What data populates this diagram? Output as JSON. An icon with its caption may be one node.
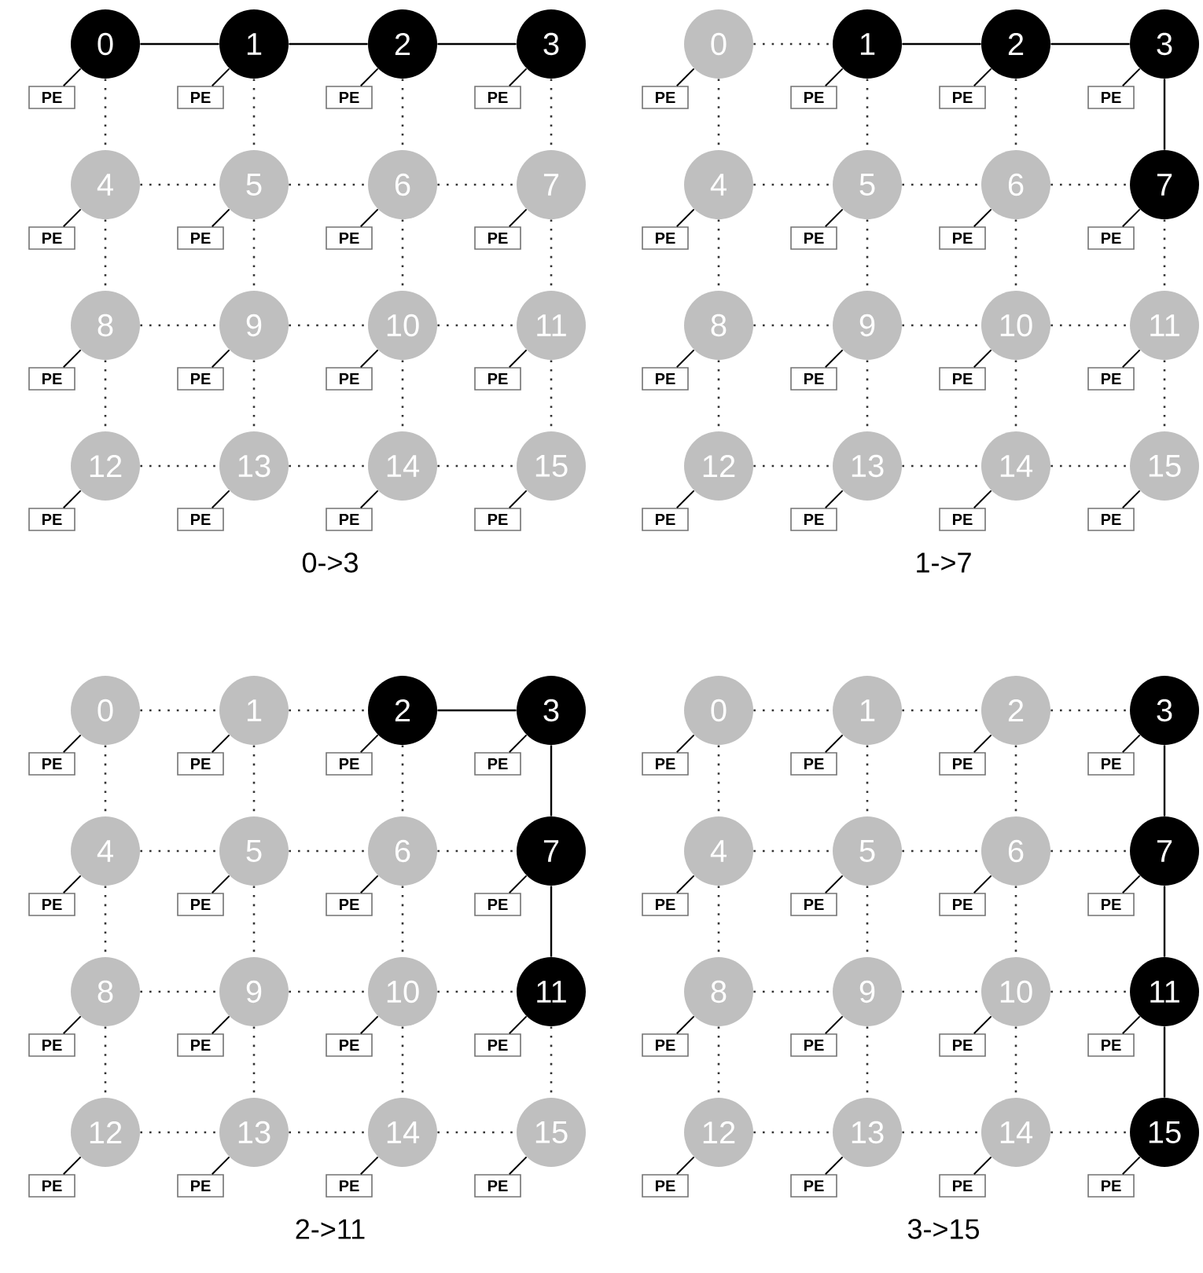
{
  "diagram": {
    "nodes": [
      {
        "text": [
          "0"
        ]
      },
      {
        "text": [
          "1"
        ]
      },
      {
        "text": [
          "2"
        ]
      },
      {
        "text": [
          "3"
        ]
      },
      {
        "text": [
          "4"
        ]
      },
      {
        "text": [
          "5"
        ]
      },
      {
        "text": [
          "6"
        ]
      },
      {
        "text": [
          "7"
        ]
      },
      {
        "text": [
          "8"
        ]
      },
      {
        "text": [
          "9"
        ]
      },
      {
        "text": [
          "10"
        ]
      },
      {
        "text": [
          "11"
        ]
      },
      {
        "text": [
          "12"
        ]
      },
      {
        "text": [
          "13"
        ]
      },
      {
        "text": [
          "14"
        ]
      },
      {
        "text": [
          "15"
        ]
      },
      {
        "text": [
          "PE"
        ]
      },
      {
        "text": [
          "PE"
        ]
      },
      {
        "text": [
          "PE"
        ]
      },
      {
        "text": [
          "PE"
        ]
      },
      {
        "text": [
          "PE"
        ]
      },
      {
        "text": [
          "PE"
        ]
      },
      {
        "text": [
          "PE"
        ]
      },
      {
        "text": [
          "PE"
        ]
      },
      {
        "text": [
          "PE"
        ]
      },
      {
        "text": [
          "PE"
        ]
      },
      {
        "text": [
          "PE"
        ]
      },
      {
        "text": [
          "PE"
        ]
      },
      {
        "text": [
          "PE"
        ]
      },
      {
        "text": [
          "PE"
        ]
      },
      {
        "text": [
          "PE"
        ]
      },
      {
        "text": [
          "PE"
        ]
      },
      {
        "text": [
          "0"
        ]
      },
      {
        "text": [
          "1"
        ]
      },
      {
        "text": [
          "2"
        ]
      },
      {
        "text": [
          "3"
        ]
      },
      {
        "text": [
          "4"
        ]
      },
      {
        "text": [
          "5"
        ]
      },
      {
        "text": [
          "6"
        ]
      },
      {
        "text": [
          "7"
        ]
      },
      {
        "text": [
          "8"
        ]
      },
      {
        "text": [
          "9"
        ]
      },
      {
        "text": [
          "10"
        ]
      },
      {
        "text": [
          "11"
        ]
      },
      {
        "text": [
          "12"
        ]
      },
      {
        "text": [
          "13"
        ]
      },
      {
        "text": [
          "14"
        ]
      },
      {
        "text": [
          "15"
        ]
      },
      {
        "text": [
          "PE"
        ]
      },
      {
        "text": [
          "PE"
        ]
      },
      {
        "text": [
          "PE"
        ]
      },
      {
        "text": [
          "PE"
        ]
      },
      {
        "text": [
          "PE"
        ]
      },
      {
        "text": [
          "PE"
        ]
      },
      {
        "text": [
          "PE"
        ]
      },
      {
        "text": [
          "PE"
        ]
      },
      {
        "text": [
          "PE"
        ]
      },
      {
        "text": [
          "PE"
        ]
      },
      {
        "text": [
          "PE"
        ]
      },
      {
        "text": [
          "PE"
        ]
      },
      {
        "text": [
          "PE"
        ]
      },
      {
        "text": [
          "PE"
        ]
      },
      {
        "text": [
          "PE"
        ]
      },
      {
        "text": [
          "PE"
        ]
      },
      {
        "text": [
          "0"
        ]
      },
      {
        "text": [
          "1"
        ]
      },
      {
        "text": [
          "2"
        ]
      },
      {
        "text": [
          "3"
        ]
      },
      {
        "text": [
          "4"
        ]
      },
      {
        "text": [
          "5"
        ]
      },
      {
        "text": [
          "6"
        ]
      },
      {
        "text": [
          "7"
        ]
      },
      {
        "text": [
          "8"
        ]
      },
      {
        "text": [
          "9"
        ]
      },
      {
        "text": [
          "10"
        ]
      },
      {
        "text": [
          "11"
        ]
      },
      {
        "text": [
          "12"
        ]
      },
      {
        "text": [
          "13"
        ]
      },
      {
        "text": [
          "14"
        ]
      },
      {
        "text": [
          "15"
        ]
      },
      {
        "text": [
          "PE"
        ]
      },
      {
        "text": [
          "PE"
        ]
      },
      {
        "text": [
          "PE"
        ]
      },
      {
        "text": [
          "PE"
        ]
      },
      {
        "text": [
          "PE"
        ]
      },
      {
        "text": [
          "PE"
        ]
      },
      {
        "text": [
          "PE"
        ]
      },
      {
        "text": [
          "PE"
        ]
      },
      {
        "text": [
          "PE"
        ]
      },
      {
        "text": [
          "PE"
        ]
      },
      {
        "text": [
          "PE"
        ]
      },
      {
        "text": [
          "PE"
        ]
      },
      {
        "text": [
          "PE"
        ]
      },
      {
        "text": [
          "PE"
        ]
      },
      {
        "text": [
          "PE"
        ]
      },
      {
        "text": [
          "PE"
        ]
      },
      {
        "text": [
          "0"
        ]
      },
      {
        "text": [
          "1"
        ]
      },
      {
        "text": [
          "2"
        ]
      },
      {
        "text": [
          "3"
        ]
      },
      {
        "text": [
          "4"
        ]
      },
      {
        "text": [
          "5"
        ]
      },
      {
        "text": [
          "6"
        ]
      },
      {
        "text": [
          "7"
        ]
      },
      {
        "text": [
          "8"
        ]
      },
      {
        "text": [
          "9"
        ]
      },
      {
        "text": [
          "10"
        ]
      },
      {
        "text": [
          "11"
        ]
      },
      {
        "text": [
          "12"
        ]
      },
      {
        "text": [
          "13"
        ]
      },
      {
        "text": [
          "14"
        ]
      },
      {
        "text": [
          "15"
        ]
      },
      {
        "text": [
          "PE"
        ]
      },
      {
        "text": [
          "PE"
        ]
      },
      {
        "text": [
          "PE"
        ]
      },
      {
        "text": [
          "PE"
        ]
      },
      {
        "text": [
          "PE"
        ]
      },
      {
        "text": [
          "PE"
        ]
      },
      {
        "text": [
          "PE"
        ]
      },
      {
        "text": [
          "PE"
        ]
      },
      {
        "text": [
          "PE"
        ]
      },
      {
        "text": [
          "PE"
        ]
      },
      {
        "text": [
          "PE"
        ]
      },
      {
        "text": [
          "PE"
        ]
      },
      {
        "text": [
          "PE"
        ]
      },
      {
        "text": [
          "PE"
        ]
      },
      {
        "text": [
          "PE"
        ]
      },
      {
        "text": [
          "PE"
        ]
      }
    ],
    "edges": [
      {
        "from": 0,
        "to": 1,
        "arrow": "none"
      },
      {
        "from": 1,
        "to": 2,
        "arrow": "none"
      },
      {
        "from": 2,
        "to": 3,
        "arrow": "none"
      },
      {
        "from": 4,
        "to": 5,
        "arrow": "none",
        "style": "dashed"
      },
      {
        "from": 5,
        "to": 6,
        "arrow": "none",
        "style": "dashed"
      },
      {
        "from": 6,
        "to": 7,
        "arrow": "none",
        "style": "dashed"
      },
      {
        "from": 8,
        "to": 9,
        "arrow": "none",
        "style": "dashed"
      },
      {
        "from": 9,
        "to": 10,
        "arrow": "none",
        "style": "dashed"
      },
      {
        "from": 10,
        "to": 11,
        "arrow": "none",
        "style": "dashed"
      },
      {
        "from": 12,
        "to": 13,
        "arrow": "none",
        "style": "dashed"
      },
      {
        "from": 13,
        "to": 14,
        "arrow": "none",
        "style": "dashed"
      },
      {
        "from": 14,
        "to": 15,
        "arrow": "none",
        "style": "dashed"
      },
      {
        "from": 0,
        "to": 4,
        "arrow": "none",
        "style": "dashed"
      },
      {
        "from": 1,
        "to": 5,
        "arrow": "none",
        "style": "dashed"
      },
      {
        "from": 2,
        "to": 6,
        "arrow": "none",
        "style": "dashed"
      },
      {
        "from": 3,
        "to": 7,
        "arrow": "none",
        "style": "dashed"
      },
      {
        "from": 4,
        "to": 8,
        "arrow": "none",
        "style": "dashed"
      },
      {
        "from": 5,
        "to": 9,
        "arrow": "none",
        "style": "dashed"
      },
      {
        "from": 6,
        "to": 10,
        "arrow": "none",
        "style": "dashed"
      },
      {
        "from": 7,
        "to": 11,
        "arrow": "none",
        "style": "dashed"
      },
      {
        "from": 8,
        "to": 12,
        "arrow": "none",
        "style": "dashed"
      },
      {
        "from": 9,
        "to": 13,
        "arrow": "none",
        "style": "dashed"
      },
      {
        "from": 10,
        "to": 14,
        "arrow": "none",
        "style": "dashed"
      },
      {
        "from": 11,
        "to": 15,
        "arrow": "none",
        "style": "dashed"
      },
      {
        "from": 16,
        "to": 0,
        "arrow": "none"
      },
      {
        "from": 17,
        "to": 1,
        "arrow": "none"
      },
      {
        "from": 18,
        "to": 2,
        "arrow": "none"
      },
      {
        "from": 19,
        "to": 3,
        "arrow": "none"
      },
      {
        "from": 20,
        "to": 4,
        "arrow": "none"
      },
      {
        "from": 21,
        "to": 5,
        "arrow": "none"
      },
      {
        "from": 22,
        "to": 6,
        "arrow": "none"
      },
      {
        "from": 23,
        "to": 7,
        "arrow": "none"
      },
      {
        "from": 24,
        "to": 8,
        "arrow": "none"
      },
      {
        "from": 25,
        "to": 9,
        "arrow": "none"
      },
      {
        "from": 26,
        "to": 10,
        "arrow": "none"
      },
      {
        "from": 27,
        "to": 11,
        "arrow": "none"
      },
      {
        "from": 28,
        "to": 12,
        "arrow": "none"
      },
      {
        "from": 29,
        "to": 13,
        "arrow": "none"
      },
      {
        "from": 30,
        "to": 14,
        "arrow": "none"
      },
      {
        "from": 31,
        "to": 15,
        "arrow": "none"
      },
      {
        "from": 32,
        "to": 33,
        "arrow": "none",
        "style": "dashed"
      },
      {
        "from": 33,
        "to": 34,
        "arrow": "none"
      },
      {
        "from": 34,
        "to": 35,
        "arrow": "none"
      },
      {
        "from": 36,
        "to": 37,
        "arrow": "none",
        "style": "dashed"
      },
      {
        "from": 37,
        "to": 38,
        "arrow": "none",
        "style": "dashed"
      },
      {
        "from": 38,
        "to": 39,
        "arrow": "none",
        "style": "dashed"
      },
      {
        "from": 40,
        "to": 41,
        "arrow": "none",
        "style": "dashed"
      },
      {
        "from": 41,
        "to": 42,
        "arrow": "none",
        "style": "dashed"
      },
      {
        "from": 42,
        "to": 43,
        "arrow": "none",
        "style": "dashed"
      },
      {
        "from": 44,
        "to": 45,
        "arrow": "none",
        "style": "dashed"
      },
      {
        "from": 45,
        "to": 46,
        "arrow": "none",
        "style": "dashed"
      },
      {
        "from": 46,
        "to": 47,
        "arrow": "none",
        "style": "dashed"
      },
      {
        "from": 32,
        "to": 36,
        "arrow": "none",
        "style": "dashed"
      },
      {
        "from": 33,
        "to": 37,
        "arrow": "none",
        "style": "dashed"
      },
      {
        "from": 34,
        "to": 38,
        "arrow": "none",
        "style": "dashed"
      },
      {
        "from": 35,
        "to": 39,
        "arrow": "none"
      },
      {
        "from": 36,
        "to": 40,
        "arrow": "none",
        "style": "dashed"
      },
      {
        "from": 37,
        "to": 41,
        "arrow": "none",
        "style": "dashed"
      },
      {
        "from": 38,
        "to": 42,
        "arrow": "none",
        "style": "dashed"
      },
      {
        "from": 39,
        "to": 43,
        "arrow": "none",
        "style": "dashed"
      },
      {
        "from": 40,
        "to": 44,
        "arrow": "none",
        "style": "dashed"
      },
      {
        "from": 41,
        "to": 45,
        "arrow": "none",
        "style": "dashed"
      },
      {
        "from": 42,
        "to": 46,
        "arrow": "none",
        "style": "dashed"
      },
      {
        "from": 43,
        "to": 47,
        "arrow": "none",
        "style": "dashed"
      },
      {
        "from": 48,
        "to": 32,
        "arrow": "none"
      },
      {
        "from": 49,
        "to": 33,
        "arrow": "none"
      },
      {
        "from": 50,
        "to": 34,
        "arrow": "none"
      },
      {
        "from": 51,
        "to": 35,
        "arrow": "none"
      },
      {
        "from": 52,
        "to": 36,
        "arrow": "none"
      },
      {
        "from": 53,
        "to": 37,
        "arrow": "none"
      },
      {
        "from": 54,
        "to": 38,
        "arrow": "none"
      },
      {
        "from": 55,
        "to": 39,
        "arrow": "none"
      },
      {
        "from": 56,
        "to": 40,
        "arrow": "none"
      },
      {
        "from": 57,
        "to": 41,
        "arrow": "none"
      },
      {
        "from": 58,
        "to": 42,
        "arrow": "none"
      },
      {
        "from": 59,
        "to": 43,
        "arrow": "none"
      },
      {
        "from": 60,
        "to": 44,
        "arrow": "none"
      },
      {
        "from": 61,
        "to": 45,
        "arrow": "none"
      },
      {
        "from": 62,
        "to": 46,
        "arrow": "none"
      },
      {
        "from": 63,
        "to": 47,
        "arrow": "none"
      },
      {
        "from": 64,
        "to": 65,
        "arrow": "none",
        "style": "dashed"
      },
      {
        "from": 65,
        "to": 66,
        "arrow": "none",
        "style": "dashed"
      },
      {
        "from": 66,
        "to": 67,
        "arrow": "none"
      },
      {
        "from": 68,
        "to": 69,
        "arrow": "none",
        "style": "dashed"
      },
      {
        "from": 69,
        "to": 70,
        "arrow": "none",
        "style": "dashed"
      },
      {
        "from": 70,
        "to": 71,
        "arrow": "none",
        "style": "dashed"
      },
      {
        "from": 72,
        "to": 73,
        "arrow": "none",
        "style": "dashed"
      },
      {
        "from": 73,
        "to": 74,
        "arrow": "none",
        "style": "dashed"
      },
      {
        "from": 74,
        "to": 75,
        "arrow": "none",
        "style": "dashed"
      },
      {
        "from": 76,
        "to": 77,
        "arrow": "none",
        "style": "dashed"
      },
      {
        "from": 77,
        "to": 78,
        "arrow": "none",
        "style": "dashed"
      },
      {
        "from": 78,
        "to": 79,
        "arrow": "none",
        "style": "dashed"
      },
      {
        "from": 64,
        "to": 68,
        "arrow": "none",
        "style": "dashed"
      },
      {
        "from": 65,
        "to": 69,
        "arrow": "none",
        "style": "dashed"
      },
      {
        "from": 66,
        "to": 70,
        "arrow": "none",
        "style": "dashed"
      },
      {
        "from": 67,
        "to": 71,
        "arrow": "none"
      },
      {
        "from": 68,
        "to": 72,
        "arrow": "none",
        "style": "dashed"
      },
      {
        "from": 69,
        "to": 73,
        "arrow": "none",
        "style": "dashed"
      },
      {
        "from": 70,
        "to": 74,
        "arrow": "none",
        "style": "dashed"
      },
      {
        "from": 71,
        "to": 75,
        "arrow": "none"
      },
      {
        "from": 72,
        "to": 76,
        "arrow": "none",
        "style": "dashed"
      },
      {
        "from": 73,
        "to": 77,
        "arrow": "none",
        "style": "dashed"
      },
      {
        "from": 74,
        "to": 78,
        "arrow": "none",
        "style": "dashed"
      },
      {
        "from": 75,
        "to": 79,
        "arrow": "none",
        "style": "dashed"
      },
      {
        "from": 80,
        "to": 64,
        "arrow": "none"
      },
      {
        "from": 81,
        "to": 65,
        "arrow": "none"
      },
      {
        "from": 82,
        "to": 66,
        "arrow": "none"
      },
      {
        "from": 83,
        "to": 67,
        "arrow": "none"
      },
      {
        "from": 84,
        "to": 68,
        "arrow": "none"
      },
      {
        "from": 85,
        "to": 69,
        "arrow": "none"
      },
      {
        "from": 86,
        "to": 70,
        "arrow": "none"
      },
      {
        "from": 87,
        "to": 71,
        "arrow": "none"
      },
      {
        "from": 88,
        "to": 72,
        "arrow": "none"
      },
      {
        "from": 89,
        "to": 73,
        "arrow": "none"
      },
      {
        "from": 90,
        "to": 74,
        "arrow": "none"
      },
      {
        "from": 91,
        "to": 75,
        "arrow": "none"
      },
      {
        "from": 92,
        "to": 76,
        "arrow": "none"
      },
      {
        "from": 93,
        "to": 77,
        "arrow": "none"
      },
      {
        "from": 94,
        "to": 78,
        "arrow": "none"
      },
      {
        "from": 95,
        "to": 79,
        "arrow": "none"
      },
      {
        "from": 96,
        "to": 97,
        "arrow": "none",
        "style": "dashed"
      },
      {
        "from": 97,
        "to": 98,
        "arrow": "none",
        "style": "dashed"
      },
      {
        "from": 98,
        "to": 99,
        "arrow": "none",
        "style": "dashed"
      },
      {
        "from": 100,
        "to": 101,
        "arrow": "none",
        "style": "dashed"
      },
      {
        "from": 101,
        "to": 102,
        "arrow": "none",
        "style": "dashed"
      },
      {
        "from": 102,
        "to": 103,
        "arrow": "none",
        "style": "dashed"
      },
      {
        "from": 104,
        "to": 105,
        "arrow": "none",
        "style": "dashed"
      },
      {
        "from": 105,
        "to": 106,
        "arrow": "none",
        "style": "dashed"
      },
      {
        "from": 106,
        "to": 107,
        "arrow": "none",
        "style": "dashed"
      },
      {
        "from": 108,
        "to": 109,
        "arrow": "none",
        "style": "dashed"
      },
      {
        "from": 109,
        "to": 110,
        "arrow": "none",
        "style": "dashed"
      },
      {
        "from": 110,
        "to": 111,
        "arrow": "none",
        "style": "dashed"
      },
      {
        "from": 96,
        "to": 100,
        "arrow": "none",
        "style": "dashed"
      },
      {
        "from": 97,
        "to": 101,
        "arrow": "none",
        "style": "dashed"
      },
      {
        "from": 98,
        "to": 102,
        "arrow": "none",
        "style": "dashed"
      },
      {
        "from": 99,
        "to": 103,
        "arrow": "none"
      },
      {
        "from": 100,
        "to": 104,
        "arrow": "none",
        "style": "dashed"
      },
      {
        "from": 101,
        "to": 105,
        "arrow": "none",
        "style": "dashed"
      },
      {
        "from": 102,
        "to": 106,
        "arrow": "none",
        "style": "dashed"
      },
      {
        "from": 103,
        "to": 107,
        "arrow": "none"
      },
      {
        "from": 104,
        "to": 108,
        "arrow": "none",
        "style": "dashed"
      },
      {
        "from": 105,
        "to": 109,
        "arrow": "none",
        "style": "dashed"
      },
      {
        "from": 106,
        "to": 110,
        "arrow": "none",
        "style": "dashed"
      },
      {
        "from": 107,
        "to": 111,
        "arrow": "none"
      },
      {
        "from": 112,
        "to": 96,
        "arrow": "none"
      },
      {
        "from": 113,
        "to": 97,
        "arrow": "none"
      },
      {
        "from": 114,
        "to": 98,
        "arrow": "none"
      },
      {
        "from": 115,
        "to": 99,
        "arrow": "none"
      },
      {
        "from": 116,
        "to": 100,
        "arrow": "none"
      },
      {
        "from": 117,
        "to": 101,
        "arrow": "none"
      },
      {
        "from": 118,
        "to": 102,
        "arrow": "none"
      },
      {
        "from": 119,
        "to": 103,
        "arrow": "none"
      },
      {
        "from": 120,
        "to": 104,
        "arrow": "none"
      },
      {
        "from": 121,
        "to": 105,
        "arrow": "none"
      },
      {
        "from": 122,
        "to": 106,
        "arrow": "none"
      },
      {
        "from": 123,
        "to": 107,
        "arrow": "none"
      },
      {
        "from": 124,
        "to": 108,
        "arrow": "none"
      },
      {
        "from": 125,
        "to": 109,
        "arrow": "none"
      },
      {
        "from": 126,
        "to": 110,
        "arrow": "none"
      },
      {
        "from": 127,
        "to": 111,
        "arrow": "none"
      }
    ],
    "labels": [
      "0->3",
      "1->7",
      "2->11",
      "3->15"
    ]
  }
}
